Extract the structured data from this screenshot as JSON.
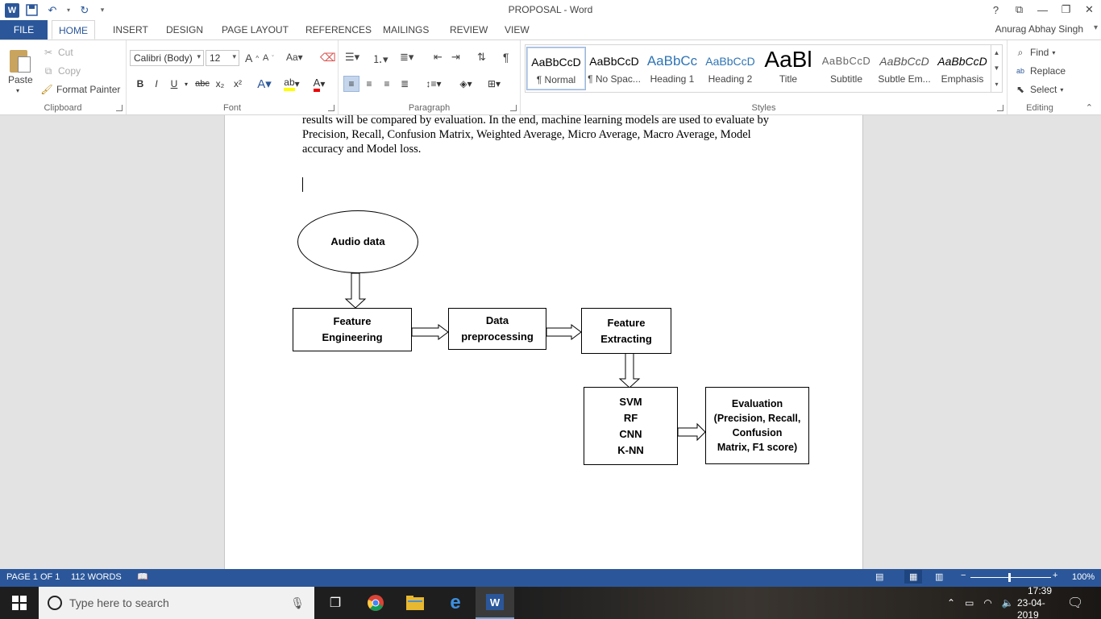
{
  "window": {
    "title": "PROPOSAL - Word",
    "help": "?",
    "controls": [
      "⧉",
      "—",
      "❐",
      "✕"
    ]
  },
  "tabs": [
    "FILE",
    "HOME",
    "INSERT",
    "DESIGN",
    "PAGE LAYOUT",
    "REFERENCES",
    "MAILINGS",
    "REVIEW",
    "VIEW"
  ],
  "user": "Anurag Abhay Singh",
  "clipboard": {
    "paste": "Paste",
    "cut": "Cut",
    "copy": "Copy",
    "format_painter": "Format Painter",
    "label": "Clipboard"
  },
  "font": {
    "name": "Calibri (Body)",
    "size": "12",
    "label": "Font",
    "buttons": [
      "B",
      "I",
      "U",
      "abc",
      "x₂",
      "x²"
    ]
  },
  "paragraph": {
    "label": "Paragraph"
  },
  "styles": {
    "label": "Styles",
    "items": [
      {
        "preview": "AaBbCcD",
        "name": "¶ Normal"
      },
      {
        "preview": "AaBbCcD",
        "name": "¶ No Spac..."
      },
      {
        "preview": "AaBbCc",
        "name": "Heading 1"
      },
      {
        "preview": "AaBbCcD",
        "name": "Heading 2"
      },
      {
        "preview": "AaBl",
        "name": "Title"
      },
      {
        "preview": "AaBbCcD",
        "name": "Subtitle"
      },
      {
        "preview": "AaBbCcD",
        "name": "Subtle Em..."
      },
      {
        "preview": "AaBbCcD",
        "name": "Emphasis"
      }
    ]
  },
  "editing": {
    "find": "Find",
    "replace": "Replace",
    "select": "Select",
    "label": "Editing"
  },
  "document": {
    "body_text": "results will be compared by evaluation. In the end, machine learning models are used to evaluate by Precision, Recall, Confusion Matrix, Weighted Average, Micro Average, Macro Average, Model accuracy and Model loss.",
    "diagram": {
      "audio": "Audio data",
      "feature_engineering": "Feature\nEngineering",
      "data_preprocessing": "Data\npreprocessing",
      "feature_extracting": "Feature\nExtracting",
      "models": "SVM\nRF\nCNN\nK-NN",
      "evaluation": "Evaluation\n(Precision, Recall,\nConfusion\nMatrix, F1 score)"
    }
  },
  "statusbar": {
    "page": "PAGE 1 OF 1",
    "words": "112 WORDS",
    "zoom": "100%"
  },
  "taskbar": {
    "search_placeholder": "Type here to search",
    "time": "17:39",
    "date": "23-04-2019"
  },
  "colors": {
    "accent": "#2b579a"
  }
}
